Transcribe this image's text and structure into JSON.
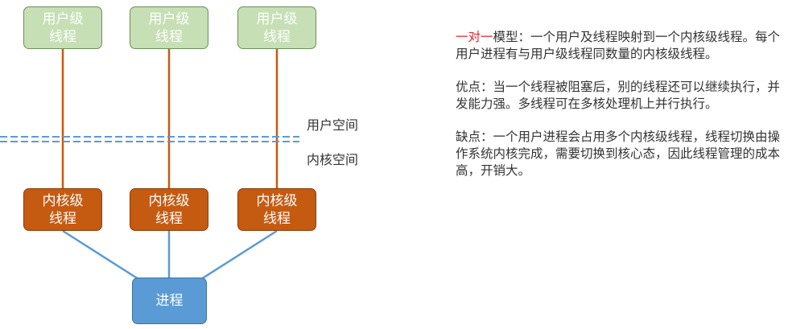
{
  "colors": {
    "user_thread_fill": "#c6dfb4",
    "kernel_thread_fill": "#c55a11",
    "process_fill": "#5b9bd5",
    "user_kernel_line": "#c55a11",
    "kernel_process_line": "#5b9bd5",
    "boundary_line": "#5b9bd5",
    "highlight_text": "#e8262b"
  },
  "diagram": {
    "user_threads": [
      "用户级\n线程",
      "用户级\n线程",
      "用户级\n线程"
    ],
    "kernel_threads": [
      "内核级\n线程",
      "内核级\n线程",
      "内核级\n线程"
    ],
    "process": "进程",
    "user_space_label": "用户空间",
    "kernel_space_label": "内核空间"
  },
  "description": {
    "model_highlight": "一对一",
    "model_text": "模型：一个用户及线程映射到一个内核级线程。每个用户进程有与用户级线程同数量的内核级线程。",
    "advantages": "优点：当一个线程被阻塞后，别的线程还可以继续执行，并发能力强。多线程可在多核处理机上并行执行。",
    "disadvantages": "缺点：一个用户进程会占用多个内核级线程，线程切换由操作系统内核完成，需要切换到核心态，因此线程管理的成本高，开销大。"
  }
}
